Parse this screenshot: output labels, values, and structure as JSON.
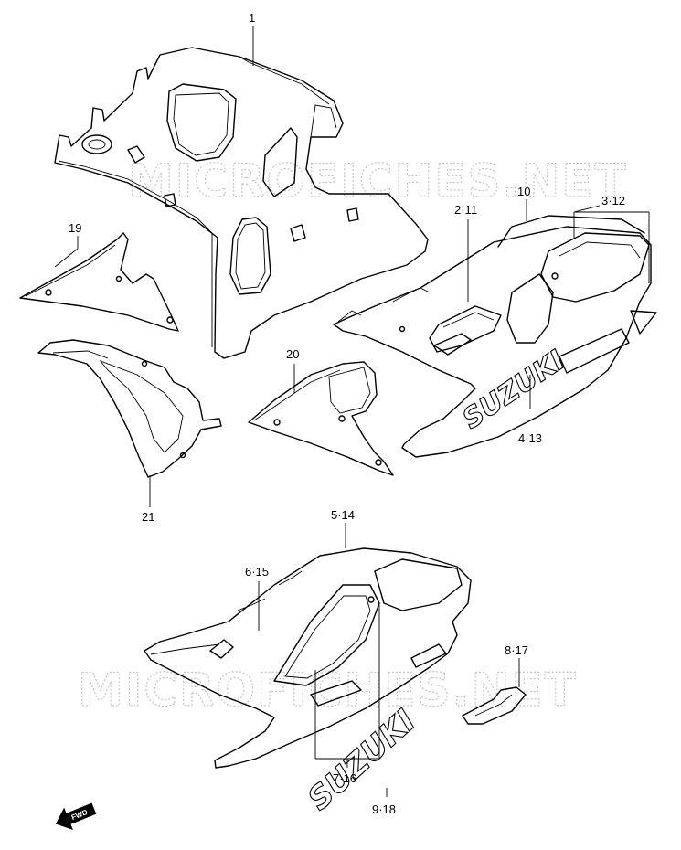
{
  "watermark": {
    "top": "MICROFICHES.NET",
    "bottom": "MICROFICHES.NET"
  },
  "callouts": {
    "p1": "1",
    "p19": "19",
    "p21": "21",
    "p20": "20",
    "p2_11": "2·11",
    "p10": "10",
    "p3_12": "3·12",
    "p4_13": "4·13",
    "p5_14": "5·14",
    "p6_15": "6·15",
    "p8_17": "8·17",
    "p7_16": "7·16",
    "p9_18": "9·18"
  },
  "decals": {
    "brand_top": "SUZUKI",
    "brand_bottom": "SUZUKI"
  },
  "fwd_arrow": {
    "label": "FWD"
  }
}
